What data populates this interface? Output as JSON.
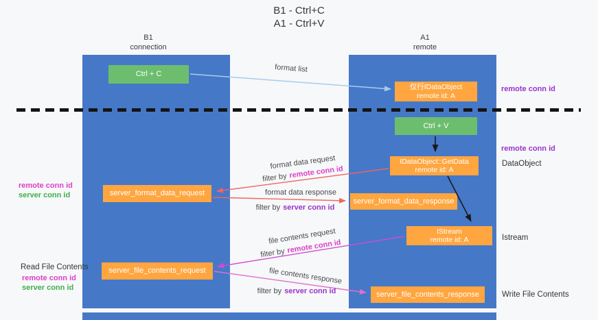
{
  "title": {
    "line1": "B1 - Ctrl+C",
    "line2": "A1 - Ctrl+V"
  },
  "lanes": {
    "left": {
      "title": "B1",
      "subtitle": "connection"
    },
    "right": {
      "title": "A1",
      "subtitle": "remote"
    }
  },
  "boxes": {
    "ctrl_c": {
      "label": "Ctrl + C"
    },
    "ctrl_v": {
      "label": "Ctrl + V"
    },
    "proxy_dataobject": {
      "line1": "仅行IDataObject",
      "line2": "remote id: A"
    },
    "getdata": {
      "line1": "IDataObject::GetData",
      "line2": "remote id: A"
    },
    "istream": {
      "line1": "IStream",
      "line2": "remote id: A"
    },
    "format_request": {
      "label": "server_format_data_request"
    },
    "format_response": {
      "label": "server_format_data_response"
    },
    "file_request": {
      "label": "server_file_contents_request"
    },
    "file_response": {
      "label": "server_file_contents_response"
    }
  },
  "arrows": {
    "format_list": {
      "label": "format list"
    },
    "format_data_request": {
      "label": "format data request",
      "filter_prefix": "filter by",
      "filter_key": "remote conn id"
    },
    "format_data_response": {
      "label": "format data response",
      "filter_prefix": "filter by",
      "filter_key": "server conn id"
    },
    "file_contents_request": {
      "label": "file contents request",
      "filter_prefix": "filter by",
      "filter_key": "remote conn id"
    },
    "file_contents_response": {
      "label": "file contents response",
      "filter_prefix": "filter by",
      "filter_key": "server conn id"
    }
  },
  "side_labels": {
    "remote_conn_id_top": "remote conn id",
    "remote_conn_id_mid": "remote conn id",
    "dataobject": "DataObject",
    "istream": "Istream",
    "write_file_contents": "Write File Contents",
    "read_file_contents": "Read File Contents",
    "left_remote_conn_id_1": "remote conn id",
    "left_server_conn_id_1": "server conn id",
    "left_remote_conn_id_2": "remote conn id",
    "left_server_conn_id_2": "server conn id"
  },
  "colors": {
    "lane_blue": "#4678c8",
    "box_green": "#6cbe6e",
    "box_orange": "#ffa640",
    "arrow_blue": "#a5cdec",
    "arrow_red": "#f0655f",
    "arrow_magenta": "#cd4ed0",
    "arrow_pink": "#e070ca",
    "text_purple": "#9933cc",
    "text_magenta": "#dd3fc6",
    "text_green": "#3eb049"
  }
}
